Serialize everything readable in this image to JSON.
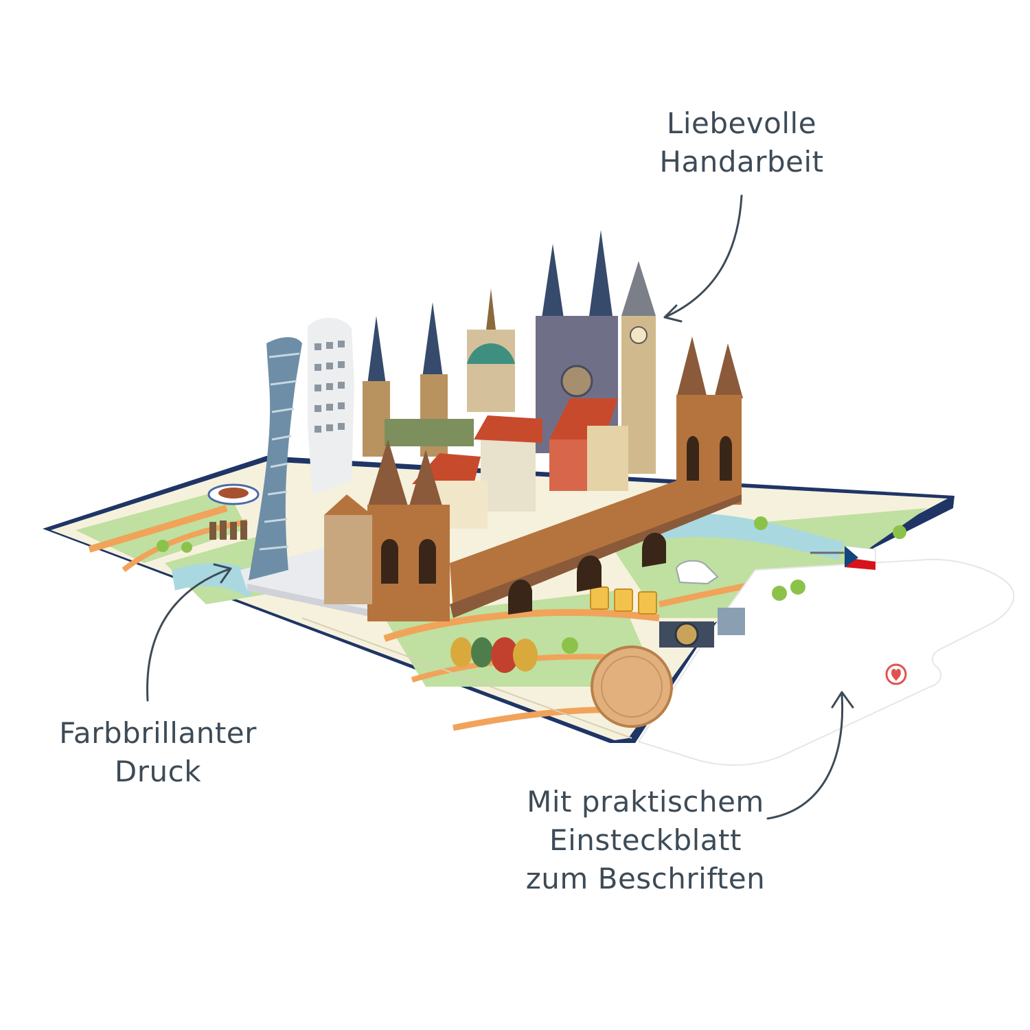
{
  "callouts": {
    "top": {
      "line1": "Liebevolle",
      "line2": "Handarbeit"
    },
    "left": {
      "line1": "Farbbrillanter",
      "line2": "Druck"
    },
    "bottom": {
      "line1": "Mit praktischem",
      "line2": "Einsteckblatt",
      "line3": "zum Beschriften"
    }
  },
  "colors": {
    "text": "#3d4b57",
    "card_border": "#1f3566",
    "map_base": "#f6f1dd",
    "park_green": "#bfe0a0",
    "river_blue": "#a9d8e0",
    "road_orange": "#f1a35a",
    "bridge_brown": "#b5743e",
    "roof_red": "#c84a2d",
    "spire_dark": "#364a6b",
    "accent_red": "#e0524f"
  },
  "icons": {
    "arrow": "curved-arrow-icon",
    "logo": "heart-logo-icon",
    "flag": "czech-flag-icon"
  }
}
